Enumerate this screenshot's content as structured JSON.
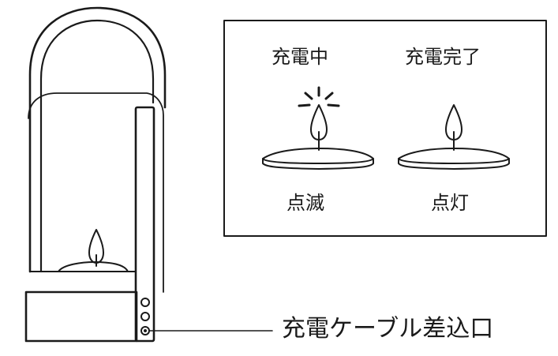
{
  "status_panel": {
    "charging_label": "充電中",
    "complete_label": "充電完了",
    "charging_state": "点滅",
    "complete_state": "点灯"
  },
  "lantern": {
    "port_label": "充電ケーブル差込口"
  },
  "colors": {
    "line": "#1a1a1a",
    "background": "#ffffff"
  }
}
